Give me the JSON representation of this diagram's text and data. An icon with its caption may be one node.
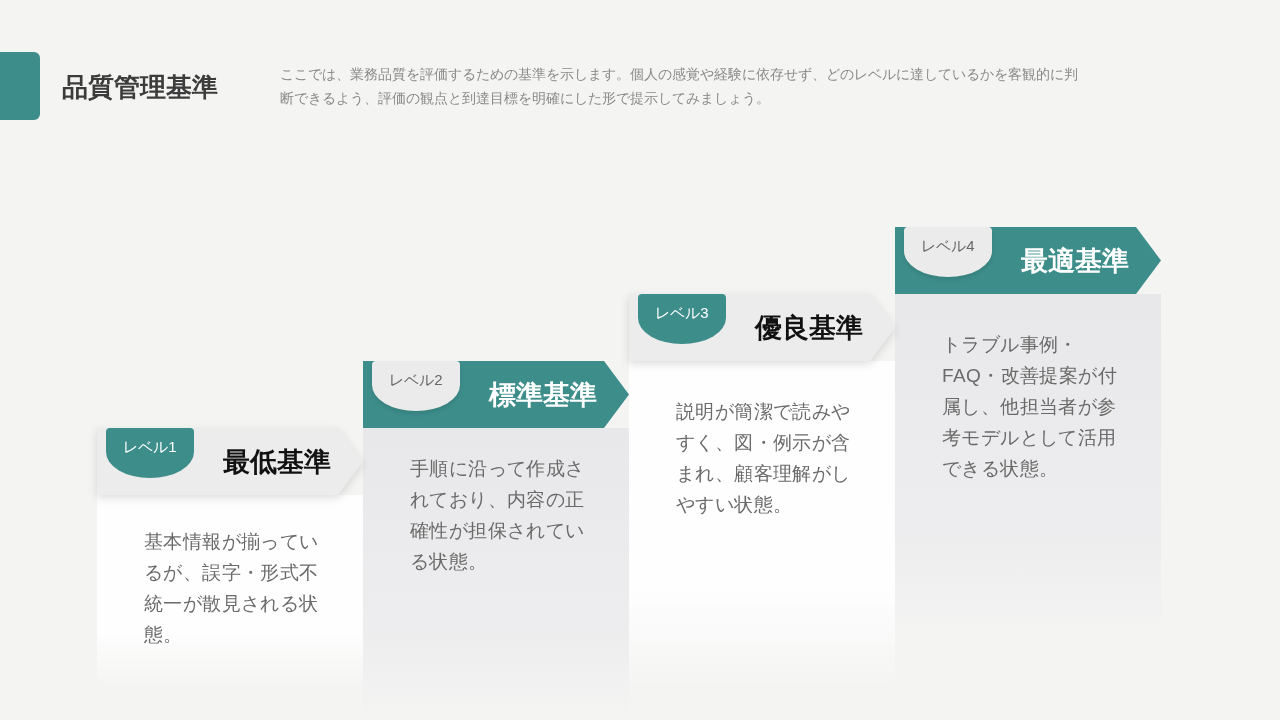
{
  "diagram": {
    "title": "品質管理基準",
    "nodes": [
      {
        "text": [
          "最低基準"
        ]
      },
      {
        "text": [
          "レベル1"
        ],
        "in": 0
      },
      {
        "text": [
          "基本情報が揃っているが、誤字・形式不統一が散見される状態。"
        ]
      },
      {
        "text": [
          "標準基準"
        ]
      },
      {
        "text": [
          "レベル2"
        ],
        "in": 3
      },
      {
        "text": [
          "手順に沿って作成されており、内容の正確性が担保されている状態。"
        ]
      },
      {
        "text": [
          "優良基準"
        ]
      },
      {
        "text": [
          "レベル3"
        ],
        "in": 6
      },
      {
        "text": [
          "説明が簡潔で読みやすく、図・例示が含まれ、顧客理解がしやすい状態。"
        ]
      },
      {
        "text": [
          "最適基準"
        ]
      },
      {
        "text": [
          "レベル4"
        ],
        "in": 9
      },
      {
        "text": [
          "トラブル事例・FAQ・改善提案が付属し、他担当者が参考モデルとして活用できる状態。"
        ]
      }
    ],
    "labels": [
      "ここでは、業務品質を評価するための基準を示します。個人の感覚や経験に依存せず、どのレベルに達しているかを客観的に判断できるよう、評価の観点と到達目標を明確にした形で提示してみましょう。"
    ]
  }
}
